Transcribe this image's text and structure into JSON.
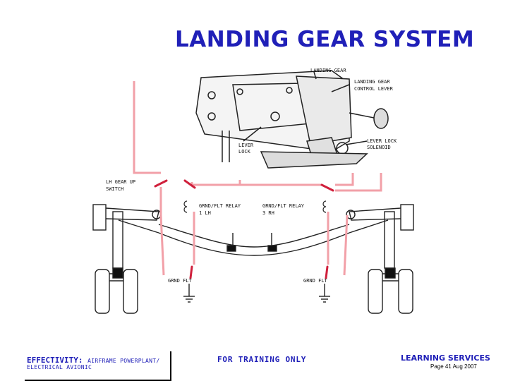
{
  "title": "LANDING GEAR SYSTEM",
  "labels": {
    "landing_gear": "LANDING GEAR",
    "control_lever_1": "LANDING GEAR",
    "control_lever_2": "CONTROL LEVER",
    "lever_lock_1": "LEVER",
    "lever_lock_2": "LOCK",
    "solenoid_1": "LEVER LOCK",
    "solenoid_2": "SOLENOID",
    "switch_1": "LH GEAR UP",
    "switch_2": "SWITCH",
    "relay_lh_1": "GRND/FLT RELAY",
    "relay_lh_2": "1 LH",
    "relay_rh_1": "GRND/FLT RELAY",
    "relay_rh_2": "3 RH",
    "grnd_flt_left": "GRND FLT",
    "grnd_flt_right": "GRND FLT"
  },
  "footer": {
    "effectivity_label": "EFFECTIVITY:",
    "effectivity_value": "AIRFRAME POWERPLANT/",
    "effectivity_value_2": "ELECTRICAL AVIONIC",
    "training": "FOR TRAINING ONLY",
    "learning_services": "LEARNING SERVICES",
    "page_info": "Page 41 Aug 2007"
  },
  "colors": {
    "title": "#2020b8",
    "wire": "#f2a0a8",
    "switch_contact": "#d0203c",
    "drawing": "#222222"
  }
}
